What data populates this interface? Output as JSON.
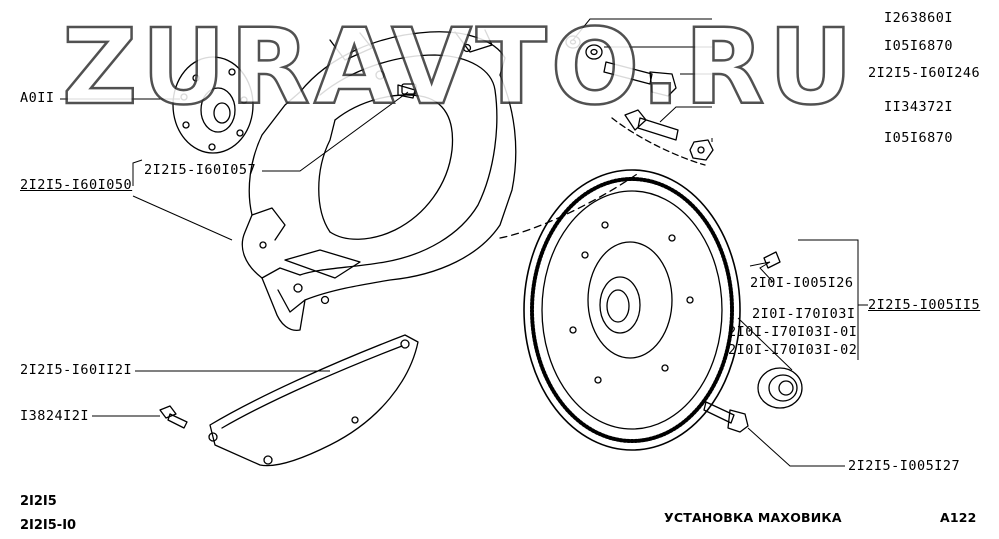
{
  "watermark": "ZURAVTO.RU",
  "labels": {
    "l_1263860": "I263860I",
    "l_1051687_a": "I05I6870",
    "l_21215_1601246": "2I2I5-I60I246",
    "l_1134372": "II34372I",
    "l_1051687_b": "I05I6870",
    "l_a011": "A0II",
    "l_21215_1601057": "2I2I5-I60I057",
    "l_21215_1601050": "2I2I5-I60I050",
    "l_2101_1005126": "2I0I-I005I26",
    "l_21215_1005115": "2I2I5-I005II5",
    "l_2101_1701031": "2I0I-I70I03I",
    "l_2101_1701031_01": "2I0I-I70I03I-0I",
    "l_2101_1701031_02": "2I0I-I70I03I-02",
    "l_21215_1601121": "2I2I5-I60II2I",
    "l_13824121": "I3824I2I",
    "l_21215_1005127": "2I2I5-I005I27"
  },
  "models": [
    "2I2I5",
    "2I2I5-I0"
  ],
  "footer": {
    "title": "УСТАНОВКА МАХОВИКА",
    "page_code": "A122"
  }
}
